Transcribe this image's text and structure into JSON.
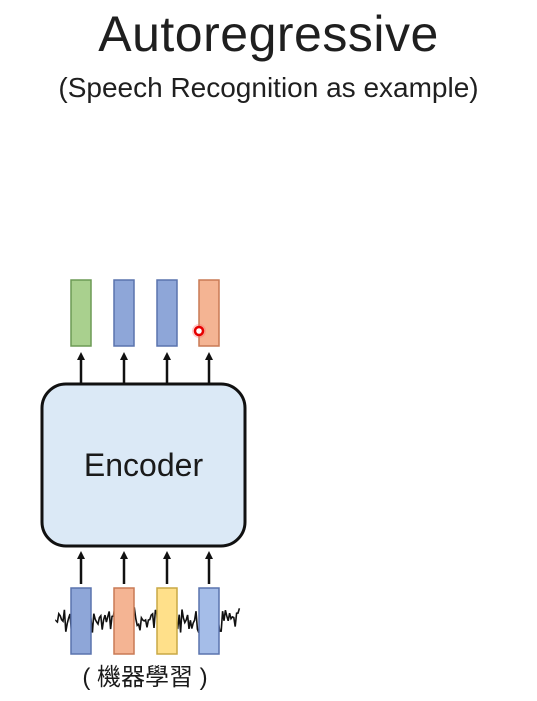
{
  "slide": {
    "title": "Autoregressive",
    "subtitle": "(Speech Recognition as example)"
  },
  "diagram": {
    "encoder_label": "Encoder",
    "input_caption": "( 機器學習 )",
    "output_vectors": [
      {
        "color": "#a9d08e",
        "stroke": "#6c9a55"
      },
      {
        "color": "#8ea6d8",
        "stroke": "#5a73ad"
      },
      {
        "color": "#8ea6d8",
        "stroke": "#5a73ad"
      },
      {
        "color": "#f4b493",
        "stroke": "#c97a55"
      }
    ],
    "input_vectors": [
      {
        "color": "#8ea6d8",
        "stroke": "#5a73ad"
      },
      {
        "color": "#f4b493",
        "stroke": "#c97a55"
      },
      {
        "color": "#ffe08a",
        "stroke": "#c9a845"
      },
      {
        "color": "#a5bde8",
        "stroke": "#5a73ad"
      }
    ],
    "encoder_fill": "#dbe9f6",
    "encoder_stroke": "#111111",
    "pointer_color": "#e60000"
  }
}
